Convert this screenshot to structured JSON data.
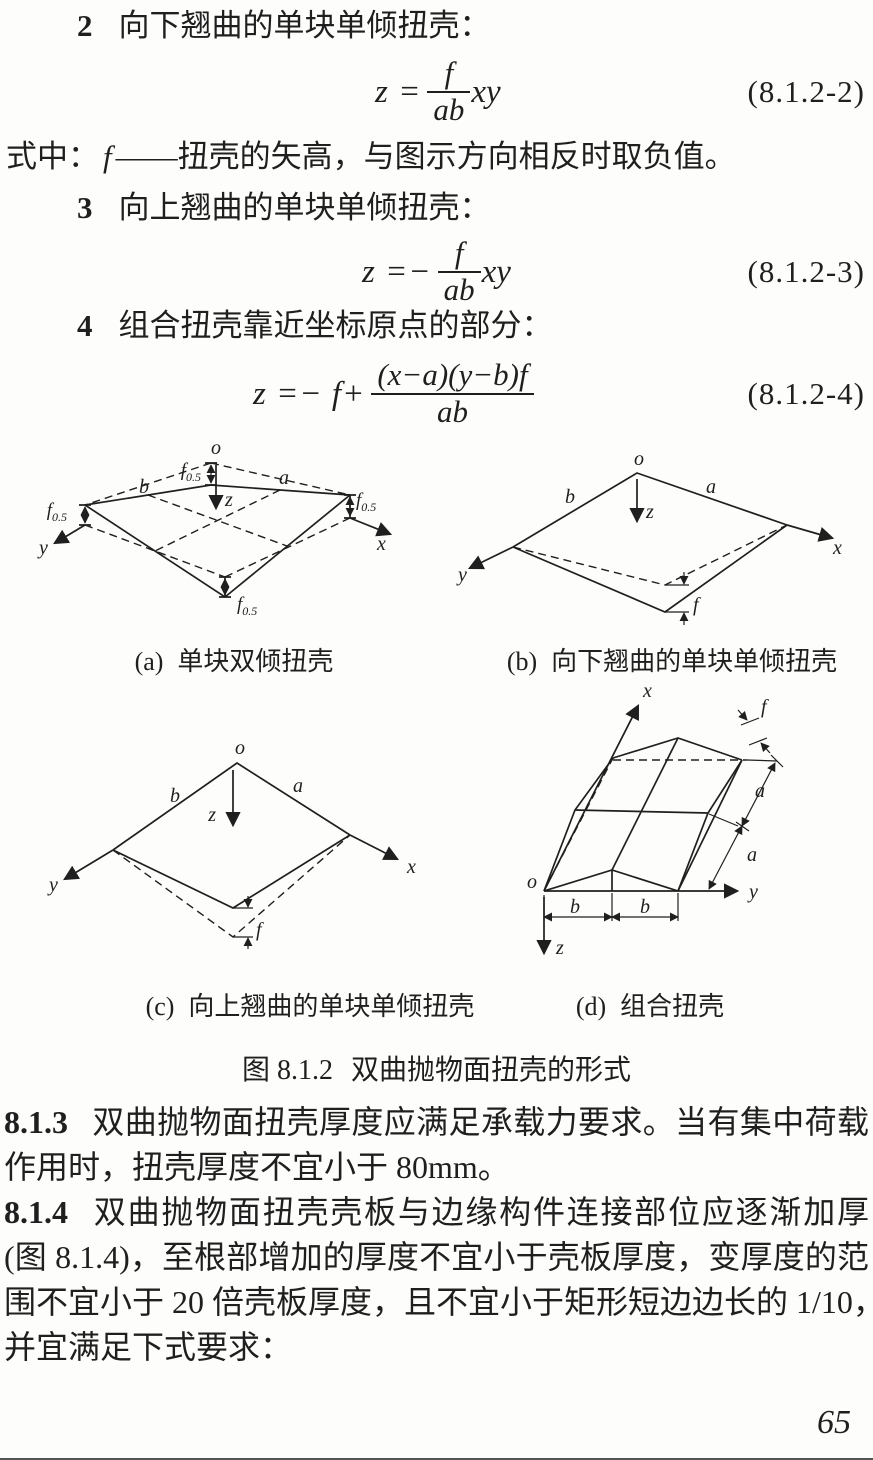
{
  "page": {
    "number": "65"
  },
  "colors": {
    "ink": "#1f1f1f",
    "paper": "#fdfdfb"
  },
  "items": [
    {
      "num": "2",
      "text": "向下翘曲的单块单倾扭壳："
    },
    {
      "num": "3",
      "text": "向上翘曲的单块单倾扭壳："
    },
    {
      "num": "4",
      "text": "组合扭壳靠近坐标原点的部分："
    }
  ],
  "where_line": {
    "prefix": "式中：",
    "symbol": "f",
    "dash": "——",
    "desc": "扭壳的矢高，与图示方向相反时取负值。"
  },
  "formulas": [
    {
      "lead": "z =",
      "numerator": "f",
      "denominator": "ab",
      "post": "xy",
      "tag": "(8.1.2-2)"
    },
    {
      "lead": "z =−",
      "numerator": "f",
      "denominator": "ab",
      "post": "xy",
      "tag": "(8.1.2-3)"
    },
    {
      "lead": "z =− f+",
      "numerator": "(x−a)(y−b)f",
      "denominator": "ab",
      "post": "",
      "tag": "(8.1.2-4)"
    }
  ],
  "figure": {
    "caption_label": "图 8.1.2",
    "caption_text": "双曲抛物面扭壳的形式",
    "diagrams": [
      {
        "letter": "(a)",
        "caption": "单块双倾扭壳",
        "labels": {
          "o": "o",
          "a": "a",
          "b": "b",
          "x": "x",
          "y": "y",
          "z": "z",
          "f": "f",
          "fsub": "0.5"
        }
      },
      {
        "letter": "(b)",
        "caption": "向下翘曲的单块单倾扭壳",
        "labels": {
          "o": "o",
          "a": "a",
          "b": "b",
          "x": "x",
          "y": "y",
          "z": "z",
          "f": "f"
        }
      },
      {
        "letter": "(c)",
        "caption": "向上翘曲的单块单倾扭壳",
        "labels": {
          "o": "o",
          "a": "a",
          "b": "b",
          "x": "x",
          "y": "y",
          "z": "z",
          "f": "f"
        }
      },
      {
        "letter": "(d)",
        "caption": "组合扭壳",
        "labels": {
          "o": "o",
          "a": "a",
          "b": "b",
          "x": "x",
          "y": "y",
          "z": "z",
          "f": "f"
        }
      }
    ]
  },
  "paragraphs": [
    {
      "num": "8.1.3",
      "first_line": "双曲抛物面扭壳厚度应满足承载力要求。当有集中荷载",
      "lines": [
        "作用时，扭壳厚度不宜小于 80mm。"
      ]
    },
    {
      "num": "8.1.4",
      "first_line": "双曲抛物面扭壳壳板与边缘构件连接部位应逐渐加厚",
      "lines": [
        "(图 8.1.4)，至根部增加的厚度不宜小于壳板厚度，变厚度的范",
        "围不宜小于 20 倍壳板厚度，且不宜小于矩形短边边长的 1/10，",
        "并宜满足下式要求："
      ]
    }
  ]
}
